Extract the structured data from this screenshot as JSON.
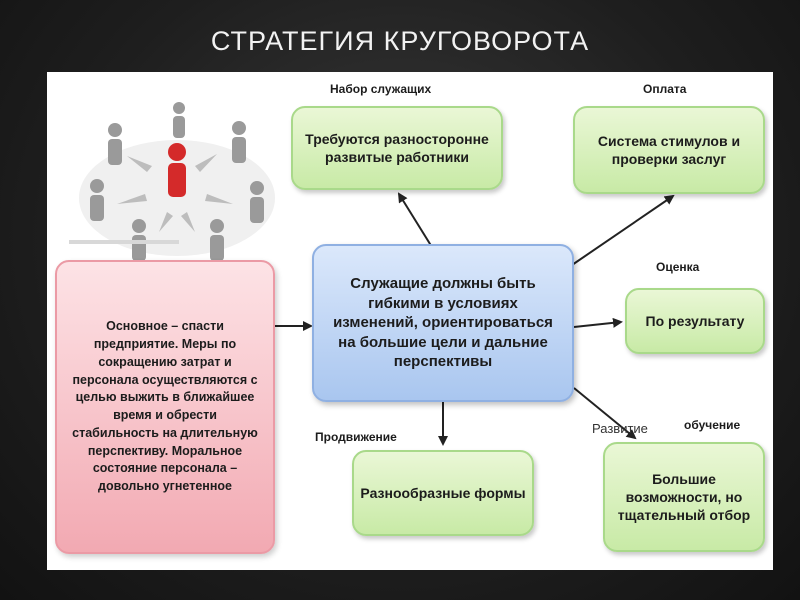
{
  "slide": {
    "title": "СТРАТЕГИЯ КРУГОВОРОТА"
  },
  "diagram": {
    "center": "Служащие должны быть гибкими в условиях изменений, ориентироваться на большие цели и дальние перспективы",
    "left_box": "Основное – спасти предприятие. Меры по сокращению затрат и персонала осуществляются с целью выжить в ближайшее время и обрести стабильность на длительную перспективу. Моральное состояние персонала – довольно угнетенное",
    "nodes": [
      {
        "label": "Набор служащих",
        "text": "Требуются разносторонне развитые работники"
      },
      {
        "label": "Оплата",
        "text": "Система стимулов и проверки заслуг"
      },
      {
        "label": "Оценка",
        "text": "По результату"
      },
      {
        "label": "Продвижение",
        "text": "Разнообразные формы"
      },
      {
        "label": "Развитие",
        "label2": "обучение",
        "text": "Большие возможности, но тщательный отбор"
      }
    ]
  },
  "colors": {
    "green": "#c8eaa6",
    "blue": "#a9c6ef",
    "pink": "#f2a9b2",
    "figure_highlight": "#d42a2a"
  },
  "icons": [
    "people-network-illustration"
  ]
}
